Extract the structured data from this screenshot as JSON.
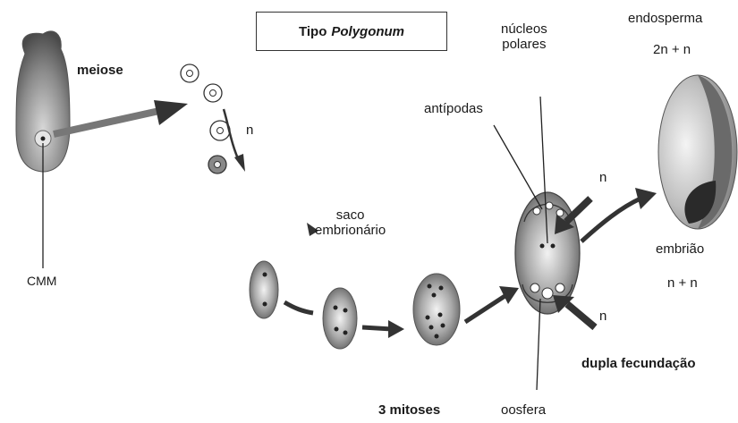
{
  "title": {
    "prefix": "Tipo",
    "italic": "Polygonum"
  },
  "labels": {
    "meiose": "meiose",
    "cmm": "CMM",
    "n_meiosis": "n",
    "saco_embrionario": "saco\nembrionário",
    "mitoses": "3 mitoses",
    "antipodas": "antípodas",
    "nucleos_polares": "núcleos\npolares",
    "endosperma": "endosperma",
    "endosperma_ploidy": "2n + n",
    "n_upper": "n",
    "n_lower": "n",
    "embriao": "embrião",
    "embriao_ploidy": "n + n",
    "oosfera": "oosfera",
    "dupla_fecundacao": "dupla fecundação"
  }
}
